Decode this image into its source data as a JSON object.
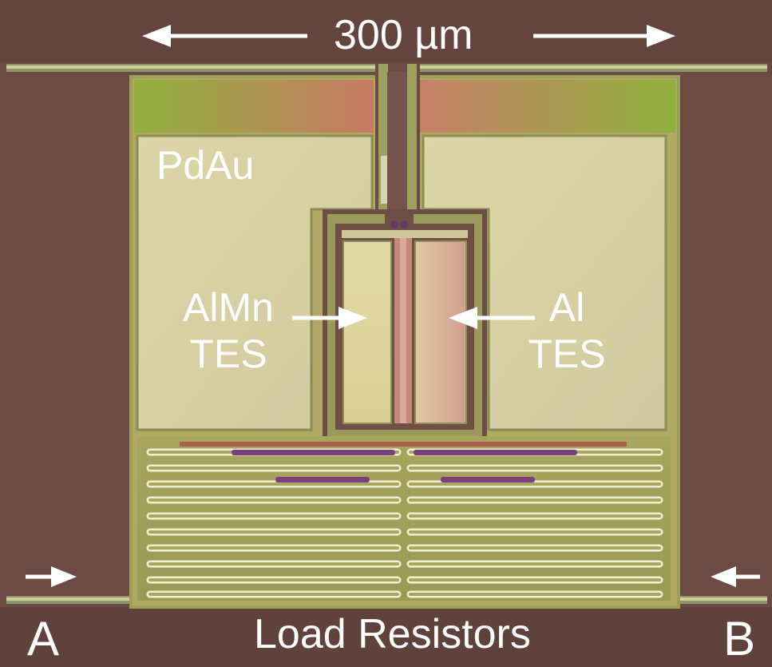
{
  "annotations": {
    "scale": "300 µm",
    "pdau": "PdAu",
    "almn_line1": "AlMn",
    "almn_line2": "TES",
    "al_line1": "Al",
    "al_line2": "TES",
    "load": "Load Resistors",
    "port_a": "A",
    "port_b": "B"
  },
  "colors": {
    "substrate": "#6a4a42",
    "metal_pad": "#d8d3a8",
    "frame_green": "#9aa24a",
    "magenta": "#7a3d7a",
    "annotation": "#ffffff"
  }
}
